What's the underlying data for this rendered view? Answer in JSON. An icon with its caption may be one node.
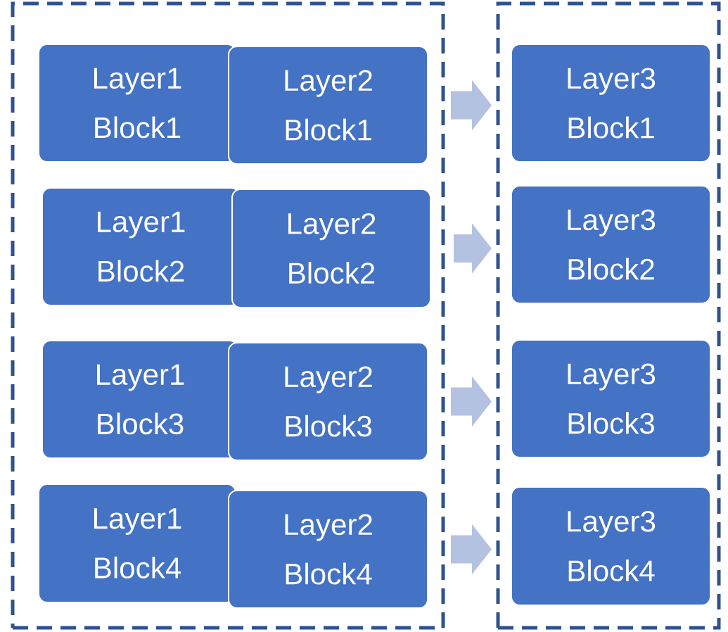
{
  "diagram": {
    "nodes": [
      {
        "text": [],
        "shape": "box"
      },
      {
        "text": [
          "Layer1 Block1"
        ],
        "in": 0
      },
      {
        "text": [
          "Layer2 Block1"
        ],
        "in": 0
      },
      {
        "text": [
          "Layer1 Block2"
        ],
        "in": 0
      },
      {
        "text": [
          "Layer2 Block2"
        ],
        "in": 0
      },
      {
        "text": [
          "Layer1 Block3"
        ],
        "in": 0
      },
      {
        "text": [
          "Layer2 Block3"
        ],
        "in": 0
      },
      {
        "text": [
          "Layer1 Block4"
        ],
        "in": 0
      },
      {
        "text": [
          "Layer2 Block4"
        ],
        "in": 0
      },
      {
        "text": [],
        "shape": "box"
      },
      {
        "text": [
          "Layer3 Block1"
        ],
        "in": 9
      },
      {
        "text": [
          "Layer3 Block2"
        ],
        "in": 9
      },
      {
        "text": [
          "Layer3 Block3"
        ],
        "in": 9
      },
      {
        "text": [
          "Layer3 Block4"
        ],
        "in": 9
      }
    ],
    "edges": [
      {
        "from": 2,
        "to": 10,
        "arrow": "to"
      },
      {
        "from": 4,
        "to": 11,
        "arrow": "to"
      },
      {
        "from": 6,
        "to": 12,
        "arrow": "to"
      },
      {
        "from": 8,
        "to": 13,
        "arrow": "to"
      }
    ]
  }
}
